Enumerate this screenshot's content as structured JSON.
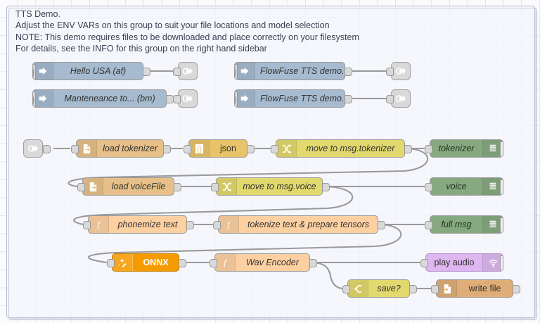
{
  "app": {
    "name": "node-red-flow-editor",
    "canvas_label": "flow-canvas"
  },
  "group": {
    "name": "tts-demo-group",
    "header_lines": [
      "TTS Demo.",
      "Adjust the ENV VARs on this group to suit your file locations and model selection",
      "NOTE: This demo requires files to be downloaded and place correctly on your filesystem",
      "For details, see the INFO for this group on the right hand sidebar"
    ]
  },
  "colors": {
    "inject": "#a6bbcf",
    "link": "#d9d9d9",
    "file": "#e6c088",
    "json": "#e8c36a",
    "change": "#e2d96e",
    "switch": "#e2d96e",
    "debug": "#87a980",
    "function": "#fdd0a2",
    "onnx": "#f59b00",
    "audio": "#deb7f0",
    "wire": "#9a9a9a",
    "grid": "#e3e3ee",
    "group_border": "#b9bcd0"
  },
  "nodes": {
    "inject_hello_usa": {
      "label": "Hello USA (af)",
      "icon": "inject-arrow-icon",
      "type": "inject"
    },
    "inject_maintenance": {
      "label": "Manteneance to... (bm)",
      "icon": "inject-arrow-icon",
      "type": "inject"
    },
    "inject_flowfuse_am": {
      "label": "FlowFuse TTS demo. (am)",
      "icon": "inject-arrow-icon",
      "type": "inject"
    },
    "inject_flowfuse_bf": {
      "label": "FlowFuse TTS demo. (bf)",
      "icon": "inject-arrow-icon",
      "type": "inject"
    },
    "link_out_1": {
      "label": "",
      "icon": "link-out-icon",
      "type": "link out"
    },
    "link_out_2": {
      "label": "",
      "icon": "link-out-icon",
      "type": "link out"
    },
    "link_out_3": {
      "label": "",
      "icon": "link-out-icon",
      "type": "link out"
    },
    "link_out_4": {
      "label": "",
      "icon": "link-out-icon",
      "type": "link out"
    },
    "link_in_1": {
      "label": "",
      "icon": "link-in-icon",
      "type": "link in"
    },
    "load_tokenizer": {
      "label": "load tokenizer",
      "icon": "file-in-icon",
      "type": "file in"
    },
    "json": {
      "label": "json",
      "icon": "json-braces-icon",
      "type": "json"
    },
    "move_to_msg_tokenizer": {
      "label": "move to msg.tokenizer",
      "icon": "change-shuffle-icon",
      "type": "change"
    },
    "debug_tokenizer": {
      "label": "tokenizer",
      "icon": "debug-lines-icon",
      "type": "debug"
    },
    "load_voicefile": {
      "label": "load voiceFile",
      "icon": "file-in-icon",
      "type": "file in"
    },
    "move_to_msg_voice": {
      "label": "move to msg.voice",
      "icon": "change-shuffle-icon",
      "type": "change"
    },
    "debug_voice": {
      "label": "voice",
      "icon": "debug-lines-icon",
      "type": "debug"
    },
    "phonemize_text": {
      "label": "phonemize text",
      "icon": "function-f-icon",
      "type": "function"
    },
    "tokenize_prepare_tensors": {
      "label": "tokenize text & prepare tensors",
      "icon": "function-f-icon",
      "type": "function"
    },
    "debug_full_msg": {
      "label": "full msg",
      "icon": "debug-lines-icon",
      "type": "debug"
    },
    "onnx": {
      "label": "ONNX",
      "icon": "onnx-sparkle-icon",
      "type": "onnx"
    },
    "wav_encoder": {
      "label": "Wav Encoder",
      "icon": "function-f-icon",
      "type": "function"
    },
    "play_audio": {
      "label": "play audio",
      "icon": "audio-speaker-icon",
      "type": "audio out"
    },
    "save_switch": {
      "label": "save?",
      "icon": "switch-icon",
      "type": "switch"
    },
    "write_file": {
      "label": "write file",
      "icon": "file-out-icon",
      "type": "file out"
    }
  }
}
